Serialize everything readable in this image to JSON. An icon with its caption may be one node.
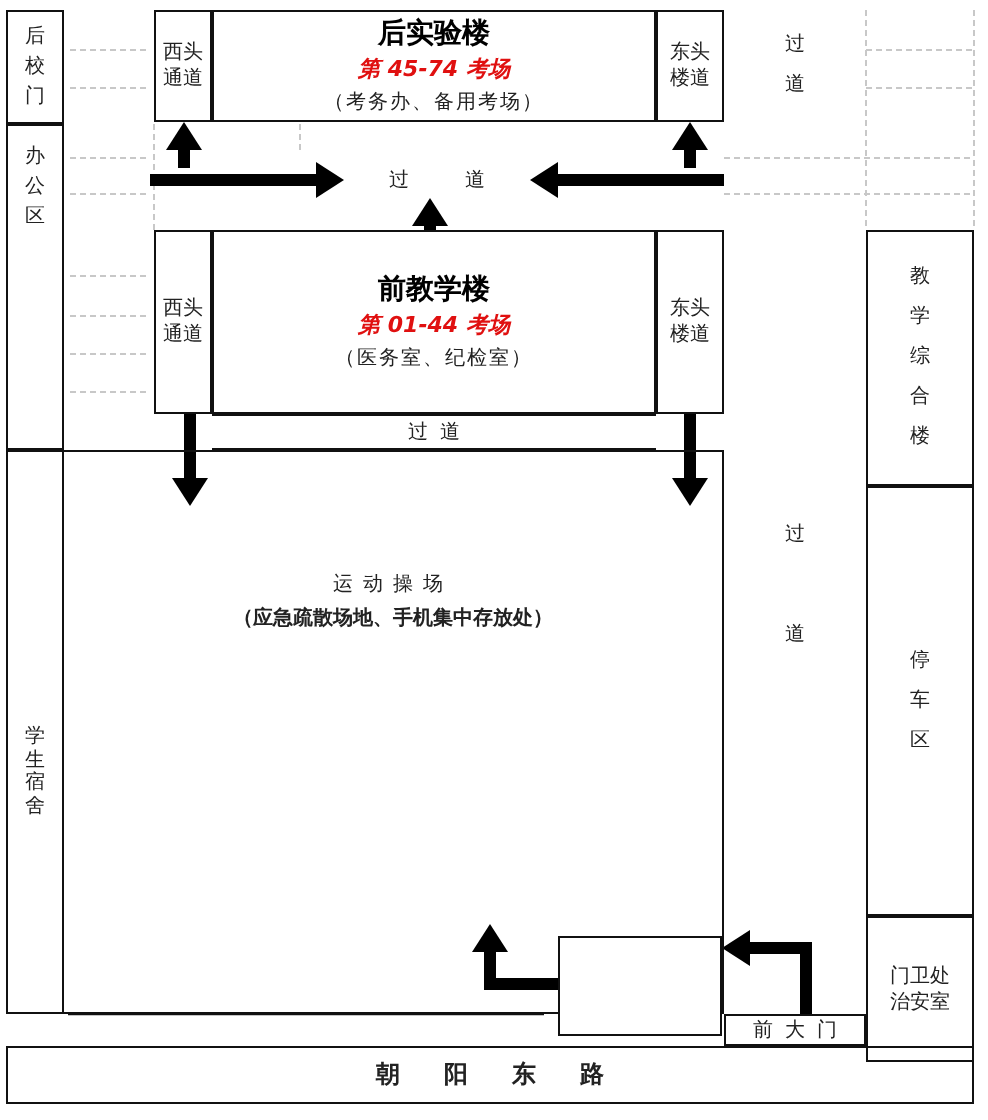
{
  "diagram": {
    "nodes": [
      {
        "text": [
          "后校门"
        ]
      },
      {
        "text": [
          "西头通道"
        ]
      },
      {
        "text": [
          "后实验楼",
          "第 45-74 考场",
          "（考务办、备用考场）"
        ]
      },
      {
        "text": [
          "东头楼道"
        ]
      },
      {
        "text": [
          "过道"
        ]
      },
      {
        "text": [
          "办公区"
        ]
      },
      {
        "text": [
          "西头通道"
        ]
      },
      {
        "text": [
          "前教学楼",
          "第 01-44 考场",
          "（医务室、纪检室）"
        ]
      },
      {
        "text": [
          "东头楼道"
        ]
      },
      {
        "text": [
          "教学综合楼"
        ]
      },
      {
        "text": [
          "过道"
        ]
      },
      {
        "text": [
          "运动操场",
          "（应急疏散场地、手机集中存放处）"
        ]
      },
      {
        "text": [
          "过道"
        ]
      },
      {
        "text": [
          "停车区"
        ]
      },
      {
        "text": [
          "学生宿舍"
        ]
      },
      {
        "text": [],
        "shape": "box"
      },
      {
        "text": [
          "门卫处治安室"
        ]
      },
      {
        "text": [
          "前大门"
        ]
      },
      {
        "text": [
          "朝阳东路"
        ]
      }
    ],
    "edges": [
      {
        "from": null,
        "to": 1,
        "arrow": "to"
      },
      {
        "from": null,
        "to": 3,
        "arrow": "to"
      },
      {
        "from": null,
        "to": 4,
        "arrow": "to"
      },
      {
        "from": null,
        "to": 4,
        "arrow": "to"
      },
      {
        "from": 7,
        "to": 4,
        "arrow": "to"
      },
      {
        "from": 6,
        "to": 11,
        "arrow": "to"
      },
      {
        "from": 8,
        "to": 11,
        "arrow": "to"
      },
      {
        "from": 15,
        "to": 11,
        "arrow": "to"
      },
      {
        "from": 17,
        "to": 15,
        "arrow": "to"
      }
    ],
    "labels": [
      "过道"
    ]
  }
}
